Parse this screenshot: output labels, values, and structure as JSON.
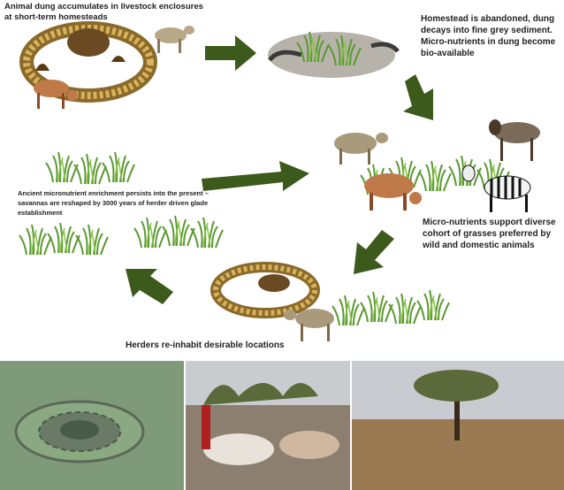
{
  "labels": {
    "dung_accumulates": "Animal dung accumulates in livestock enclosures at short-term homesteads",
    "homestead_abandoned": "Homestead is abandoned, dung decays into fine grey sediment. Micro-nutrients in dung become bio-available",
    "ancient_enrichment": "Ancient micronutrient enrichment persists  into the present – savannas are reshaped by 3000 years of herder driven glade establishment",
    "micronutrients_support": "Micro-nutrients support diverse cohort of grasses preferred by wild and domestic animals",
    "herders_reinhabit": "Herders re-inhabit desirable locations"
  },
  "colors": {
    "arrow": "#3c5a1c",
    "fence": "#c29a3a",
    "fence_dark": "#6b4a1a",
    "dung": "#6a4a22",
    "sediment": "#b8b3aa",
    "grass": "#5a9a32",
    "cow_brown": "#c07a4a",
    "cow_grey": "#a89a7a"
  }
}
